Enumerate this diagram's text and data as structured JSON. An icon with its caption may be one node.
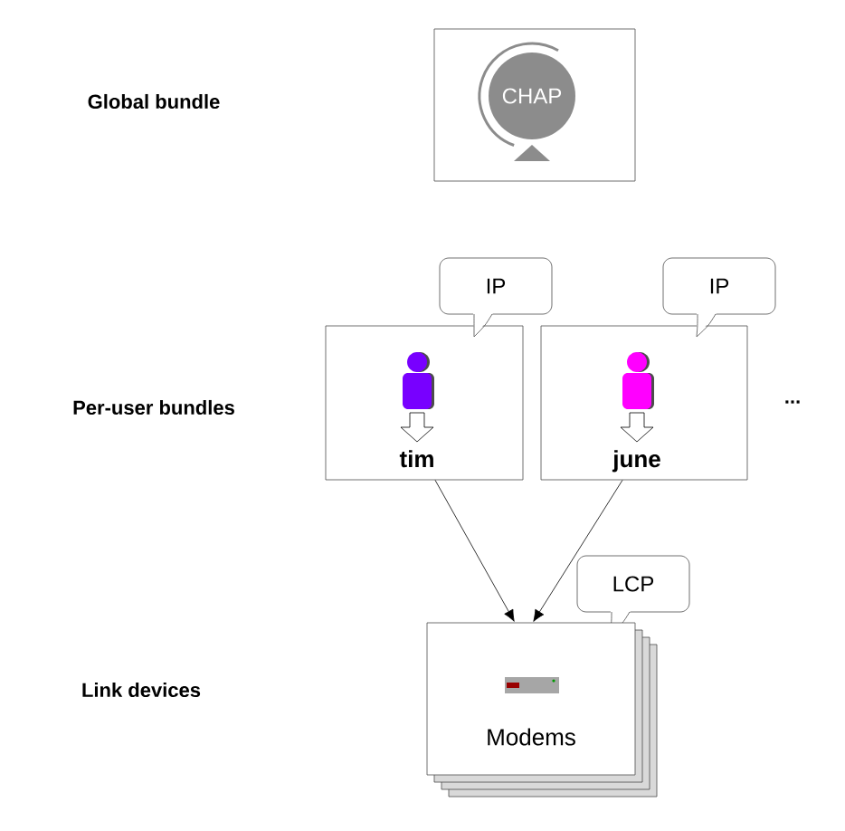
{
  "diagram": {
    "nodes": [
      {
        "text": [
          "CHAP"
        ]
      },
      {
        "text": [
          "tim"
        ]
      },
      {
        "text": [
          "june"
        ]
      },
      {
        "text": [
          "IP"
        ]
      },
      {
        "text": [
          "IP"
        ]
      },
      {
        "text": [
          "Modems"
        ]
      },
      {
        "text": [
          "LCP"
        ]
      }
    ],
    "edges": [
      {
        "from": 1,
        "to": 5,
        "arrow": "to"
      },
      {
        "from": 2,
        "to": 5,
        "arrow": "to"
      }
    ],
    "labels": [
      "Global bundle",
      "Per-user bundles",
      "...",
      "Link devices"
    ]
  }
}
